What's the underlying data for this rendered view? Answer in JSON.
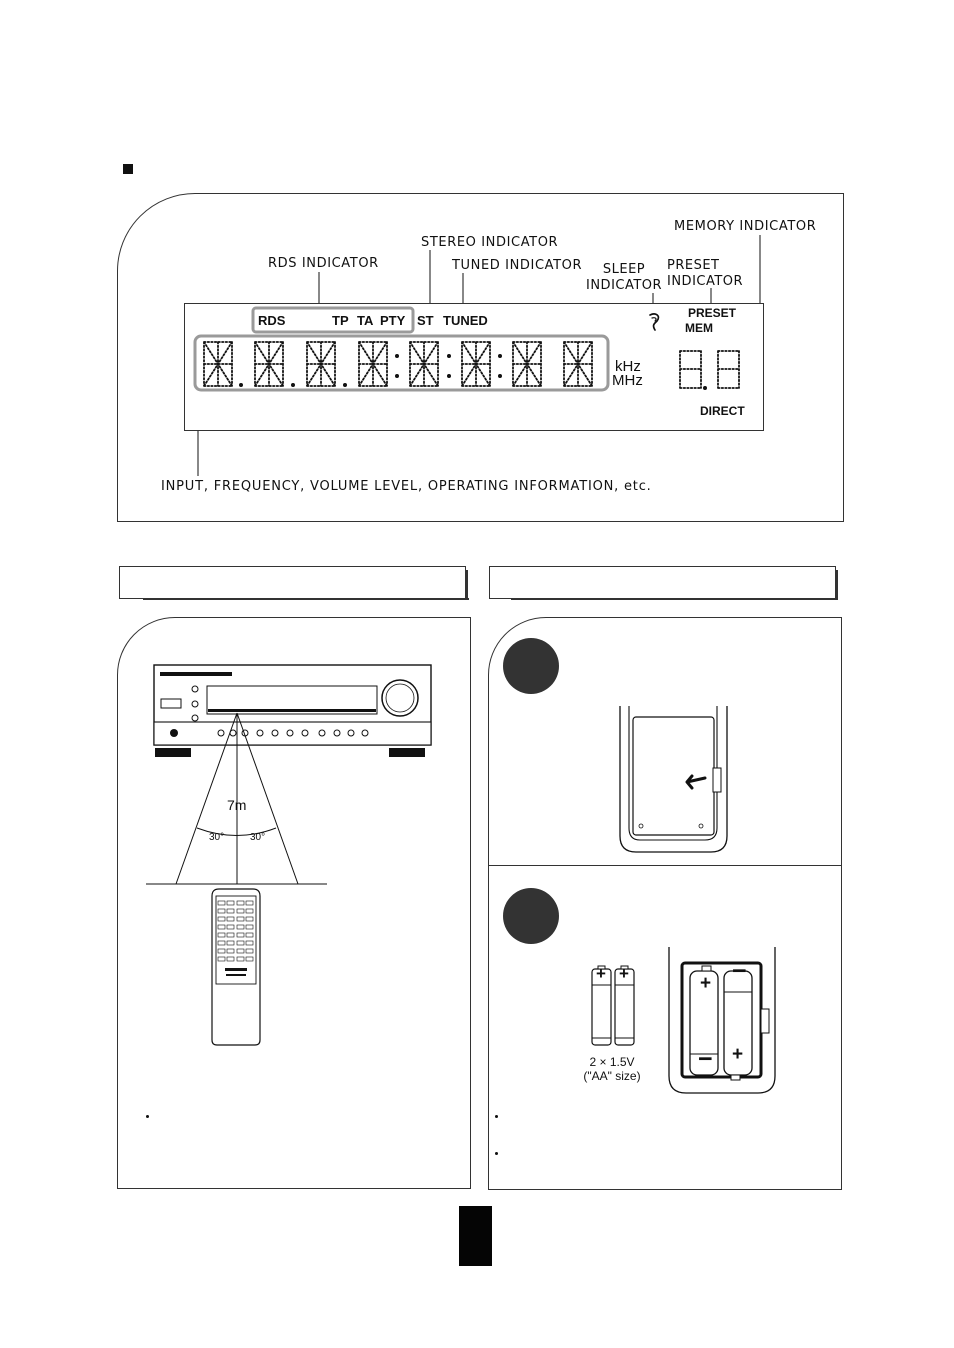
{
  "front_display": {
    "callouts": {
      "rds_indicator": "RDS INDICATOR",
      "stereo_indicator": "STEREO INDICATOR",
      "tuned_indicator": "TUNED INDICATOR",
      "sleep_indicator_line_1": "SLEEP",
      "sleep_indicator_line_2": "INDICATOR",
      "preset_indicator_line_1": "PRESET",
      "preset_indicator_line_2": "INDICATOR",
      "memory_indicator": "MEMORY INDICATOR",
      "main_display_info": "INPUT, FREQUENCY, VOLUME LEVEL, OPERATING INFORMATION, etc."
    },
    "indicators": {
      "rds": "RDS",
      "tp": "TP",
      "ta": "TA",
      "pty": "PTY",
      "st": "ST",
      "tuned": "TUNED",
      "preset": "PRESET",
      "mem": "MEM",
      "khz": "kHz",
      "mhz": "MHz",
      "direct": "DIRECT"
    },
    "sleep_symbol": "sleep-icon",
    "segment_style": "dotted-16-segment-display"
  },
  "remote_range_panel": {
    "distance": "7m",
    "left_angle": "30°",
    "right_angle": "30°",
    "receiver_icon": "receiver-icon",
    "remote_icon": "remote-control-icon"
  },
  "battery_panel": {
    "battery_quantity_voltage": "2 × 1.5V",
    "battery_size": "(\"AA\" size)",
    "plus_symbol": "+",
    "minus_symbol": "−",
    "cover_icon": "battery-cover-icon",
    "batteries_icon": "aa-batteries-icon",
    "compartment_icon": "battery-compartment-icon"
  },
  "colors": {
    "ink": "#111111",
    "line": "#333333",
    "display_highlight": "#9a9a9a",
    "step_circle": "#333333",
    "page_number_block": "#050505"
  }
}
